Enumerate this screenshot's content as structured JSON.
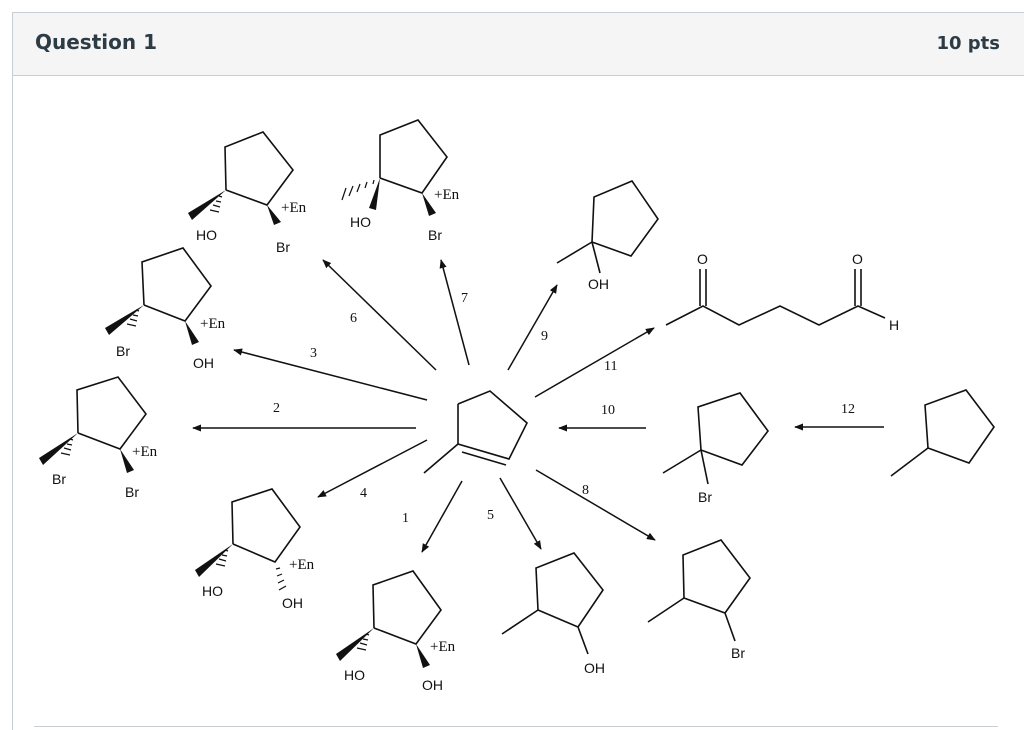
{
  "question": {
    "title": "Question 1",
    "points": "10 pts"
  },
  "scheme": {
    "arrow_labels": [
      "1",
      "2",
      "3",
      "4",
      "5",
      "6",
      "7",
      "8",
      "9",
      "10",
      "11",
      "12"
    ],
    "en_label": "+En",
    "atoms": {
      "ho": "HO",
      "oh": "OH",
      "br": "Br",
      "o": "O",
      "h": "H"
    }
  },
  "colors": {
    "header_bg": "#f5f5f5",
    "border": "#c7cdd1",
    "title_text": "#2d3b45"
  }
}
